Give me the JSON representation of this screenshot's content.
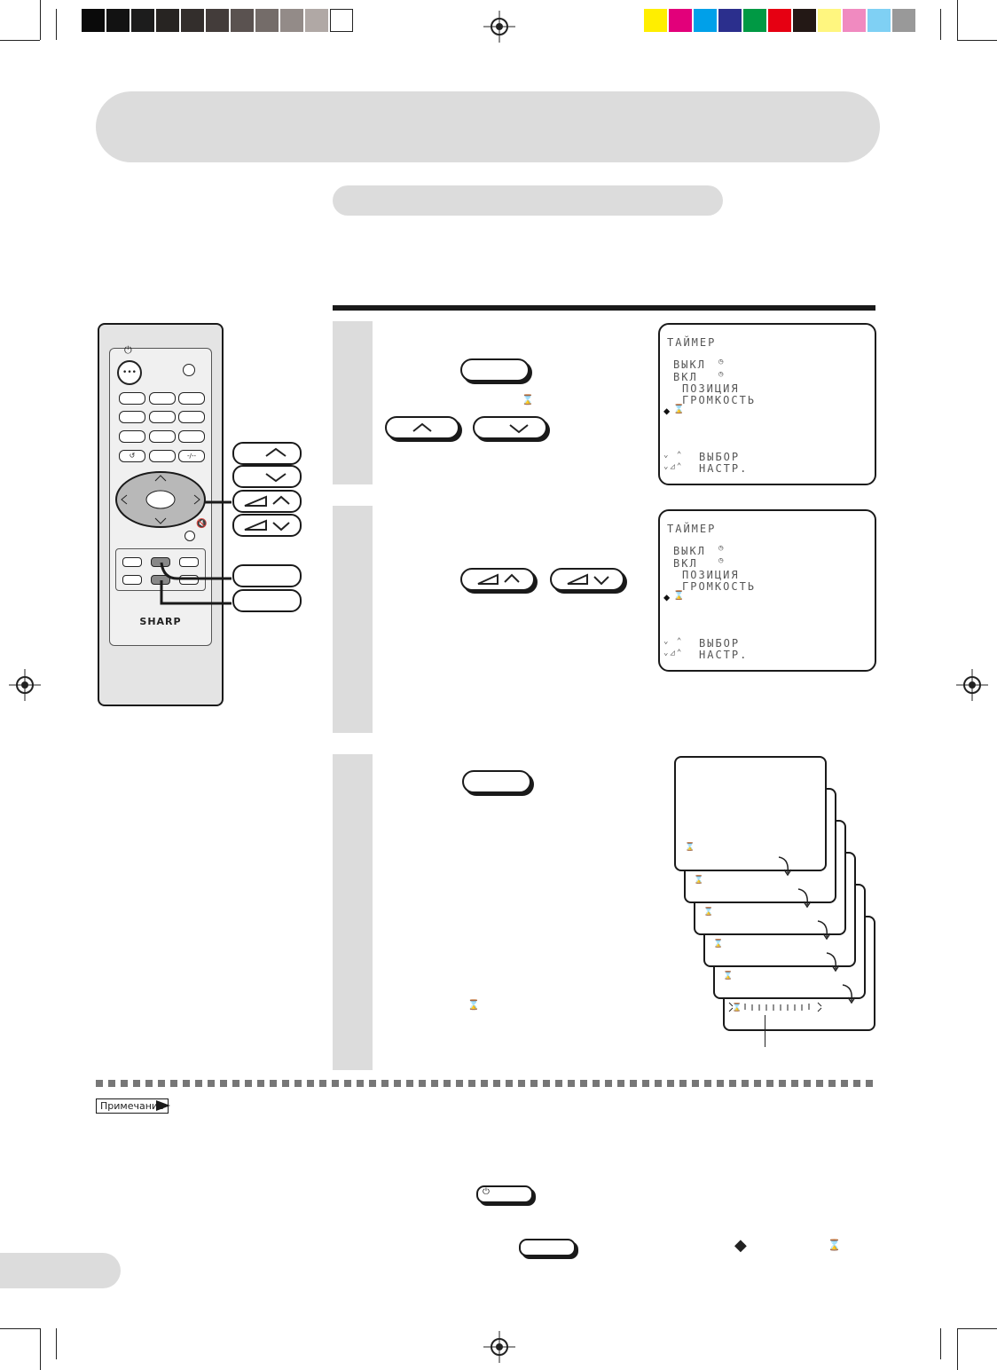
{
  "remote": {
    "brand": "SHARP"
  },
  "step1": {
    "osd": {
      "title": "ТАЙМЕР",
      "items": [
        "ВЫКЛ",
        "ВКЛ",
        "ПОЗИЦИЯ",
        "ГРОМКОСТЬ"
      ],
      "footer_select": "ВЫБОР",
      "footer_adjust": "НАСТР."
    }
  },
  "step2": {
    "osd": {
      "title": "ТАЙМЕР",
      "items": [
        "ВЫКЛ",
        "ВКЛ",
        "ПОЗИЦИЯ",
        "ГРОМКОСТЬ"
      ],
      "footer_select": "ВЫБОР",
      "footer_adjust": "НАСТР."
    }
  },
  "note": {
    "label": "Примечание"
  },
  "colors": {
    "banner": "#dcdcdc",
    "stepbar": "#dcdcdc",
    "ink": "#1a1a1a"
  }
}
